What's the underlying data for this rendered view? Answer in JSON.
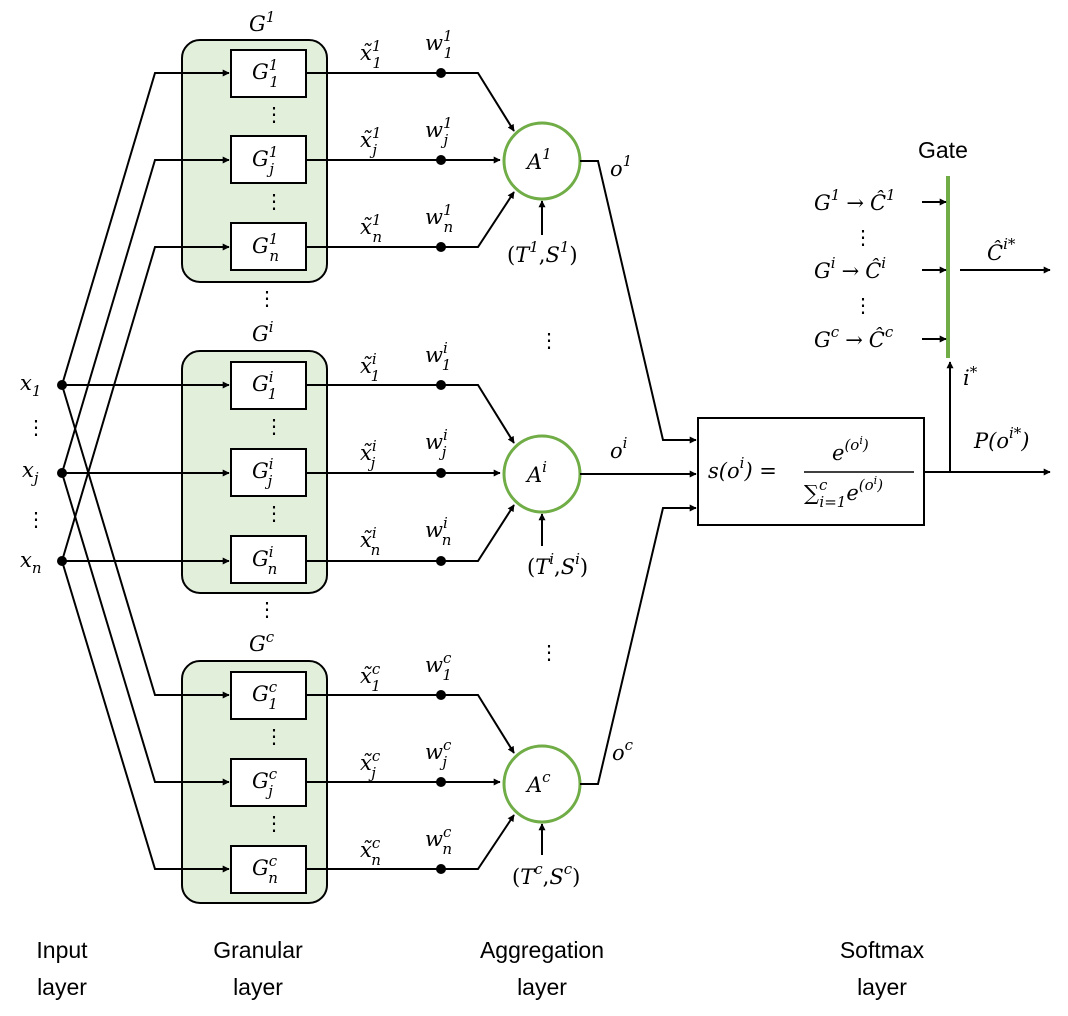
{
  "colors": {
    "group_fill": "#e2efda",
    "aggregator_stroke": "#70ad47",
    "gate_color": "#70ad47",
    "line": "#000000"
  },
  "inputs": [
    {
      "base": "x",
      "sub": "1"
    },
    {
      "base": "x",
      "sub": "j"
    },
    {
      "base": "x",
      "sub": "n"
    }
  ],
  "groups": [
    {
      "title": {
        "base": "G",
        "sup": "1"
      },
      "granules": [
        {
          "base": "G",
          "sup": "1",
          "sub": "1"
        },
        {
          "base": "G",
          "sup": "1",
          "sub": "j"
        },
        {
          "base": "G",
          "sup": "1",
          "sub": "n"
        }
      ],
      "xlabels": [
        {
          "base": "x̃",
          "sup": "1",
          "sub": "1"
        },
        {
          "base": "x̃",
          "sup": "1",
          "sub": "j"
        },
        {
          "base": "x̃",
          "sup": "1",
          "sub": "n"
        }
      ],
      "wlabels": [
        {
          "base": "w",
          "sup": "1",
          "sub": "1"
        },
        {
          "base": "w",
          "sup": "1",
          "sub": "j"
        },
        {
          "base": "w",
          "sup": "1",
          "sub": "n"
        }
      ],
      "aggregator": {
        "base": "A",
        "sup": "1"
      },
      "output": {
        "base": "o",
        "sup": "1"
      },
      "param": {
        "t": "T",
        "s": "S",
        "sup": "1"
      }
    },
    {
      "title": {
        "base": "G",
        "sup": "i"
      },
      "granules": [
        {
          "base": "G",
          "sup": "i",
          "sub": "1"
        },
        {
          "base": "G",
          "sup": "i",
          "sub": "j"
        },
        {
          "base": "G",
          "sup": "i",
          "sub": "n"
        }
      ],
      "xlabels": [
        {
          "base": "x̃",
          "sup": "i",
          "sub": "1"
        },
        {
          "base": "x̃",
          "sup": "i",
          "sub": "j"
        },
        {
          "base": "x̃",
          "sup": "i",
          "sub": "n"
        }
      ],
      "wlabels": [
        {
          "base": "w",
          "sup": "i",
          "sub": "1"
        },
        {
          "base": "w",
          "sup": "i",
          "sub": "j"
        },
        {
          "base": "w",
          "sup": "i",
          "sub": "n"
        }
      ],
      "aggregator": {
        "base": "A",
        "sup": "i"
      },
      "output": {
        "base": "o",
        "sup": "i"
      },
      "param": {
        "t": "T",
        "s": "S",
        "sup": "i"
      }
    },
    {
      "title": {
        "base": "G",
        "sup": "c"
      },
      "granules": [
        {
          "base": "G",
          "sup": "c",
          "sub": "1"
        },
        {
          "base": "G",
          "sup": "c",
          "sub": "j"
        },
        {
          "base": "G",
          "sup": "c",
          "sub": "n"
        }
      ],
      "xlabels": [
        {
          "base": "x̃",
          "sup": "c",
          "sub": "1"
        },
        {
          "base": "x̃",
          "sup": "c",
          "sub": "j"
        },
        {
          "base": "x̃",
          "sup": "c",
          "sub": "n"
        }
      ],
      "wlabels": [
        {
          "base": "w",
          "sup": "c",
          "sub": "1"
        },
        {
          "base": "w",
          "sup": "c",
          "sub": "j"
        },
        {
          "base": "w",
          "sup": "c",
          "sub": "n"
        }
      ],
      "aggregator": {
        "base": "A",
        "sup": "c"
      },
      "output": {
        "base": "o",
        "sup": "c"
      },
      "param": {
        "t": "T",
        "s": "S",
        "sup": "c"
      }
    }
  ],
  "softmax": {
    "lhs": "s(o",
    "lhs_sup": "i",
    "lhs_close": ") =",
    "numerator_base": "e",
    "numerator_exp": "(o",
    "numerator_exp_sup": "i",
    "numerator_exp_close": ")",
    "denominator_sum": "∑",
    "denominator_upper": "c",
    "denominator_lower": "i=1",
    "denominator_term": "e",
    "denominator_exp": "(o",
    "denominator_exp_sup": "i",
    "denominator_exp_close": ")"
  },
  "gate": {
    "title": "Gate",
    "entries": [
      {
        "g": "G",
        "g_sup": "1",
        "arrow": "→",
        "c": "Ĉ",
        "c_sup": "1"
      },
      {
        "g": "G",
        "g_sup": "i",
        "arrow": "→",
        "c": "Ĉ",
        "c_sup": "i"
      },
      {
        "g": "G",
        "g_sup": "c",
        "arrow": "→",
        "c": "Ĉ",
        "c_sup": "c"
      }
    ],
    "output": {
      "base": "Ĉ",
      "sup": "i*"
    },
    "istar": {
      "base": "i",
      "sup": "*"
    }
  },
  "probability": {
    "base": "P(o",
    "sup": "i*",
    "close": ")"
  },
  "ellipsis": "⋮",
  "layers": [
    {
      "line1": "Input",
      "line2": "layer"
    },
    {
      "line1": "Granular",
      "line2": "layer"
    },
    {
      "line1": "Aggregation",
      "line2": "layer"
    },
    {
      "line1": "Softmax",
      "line2": "layer"
    }
  ]
}
